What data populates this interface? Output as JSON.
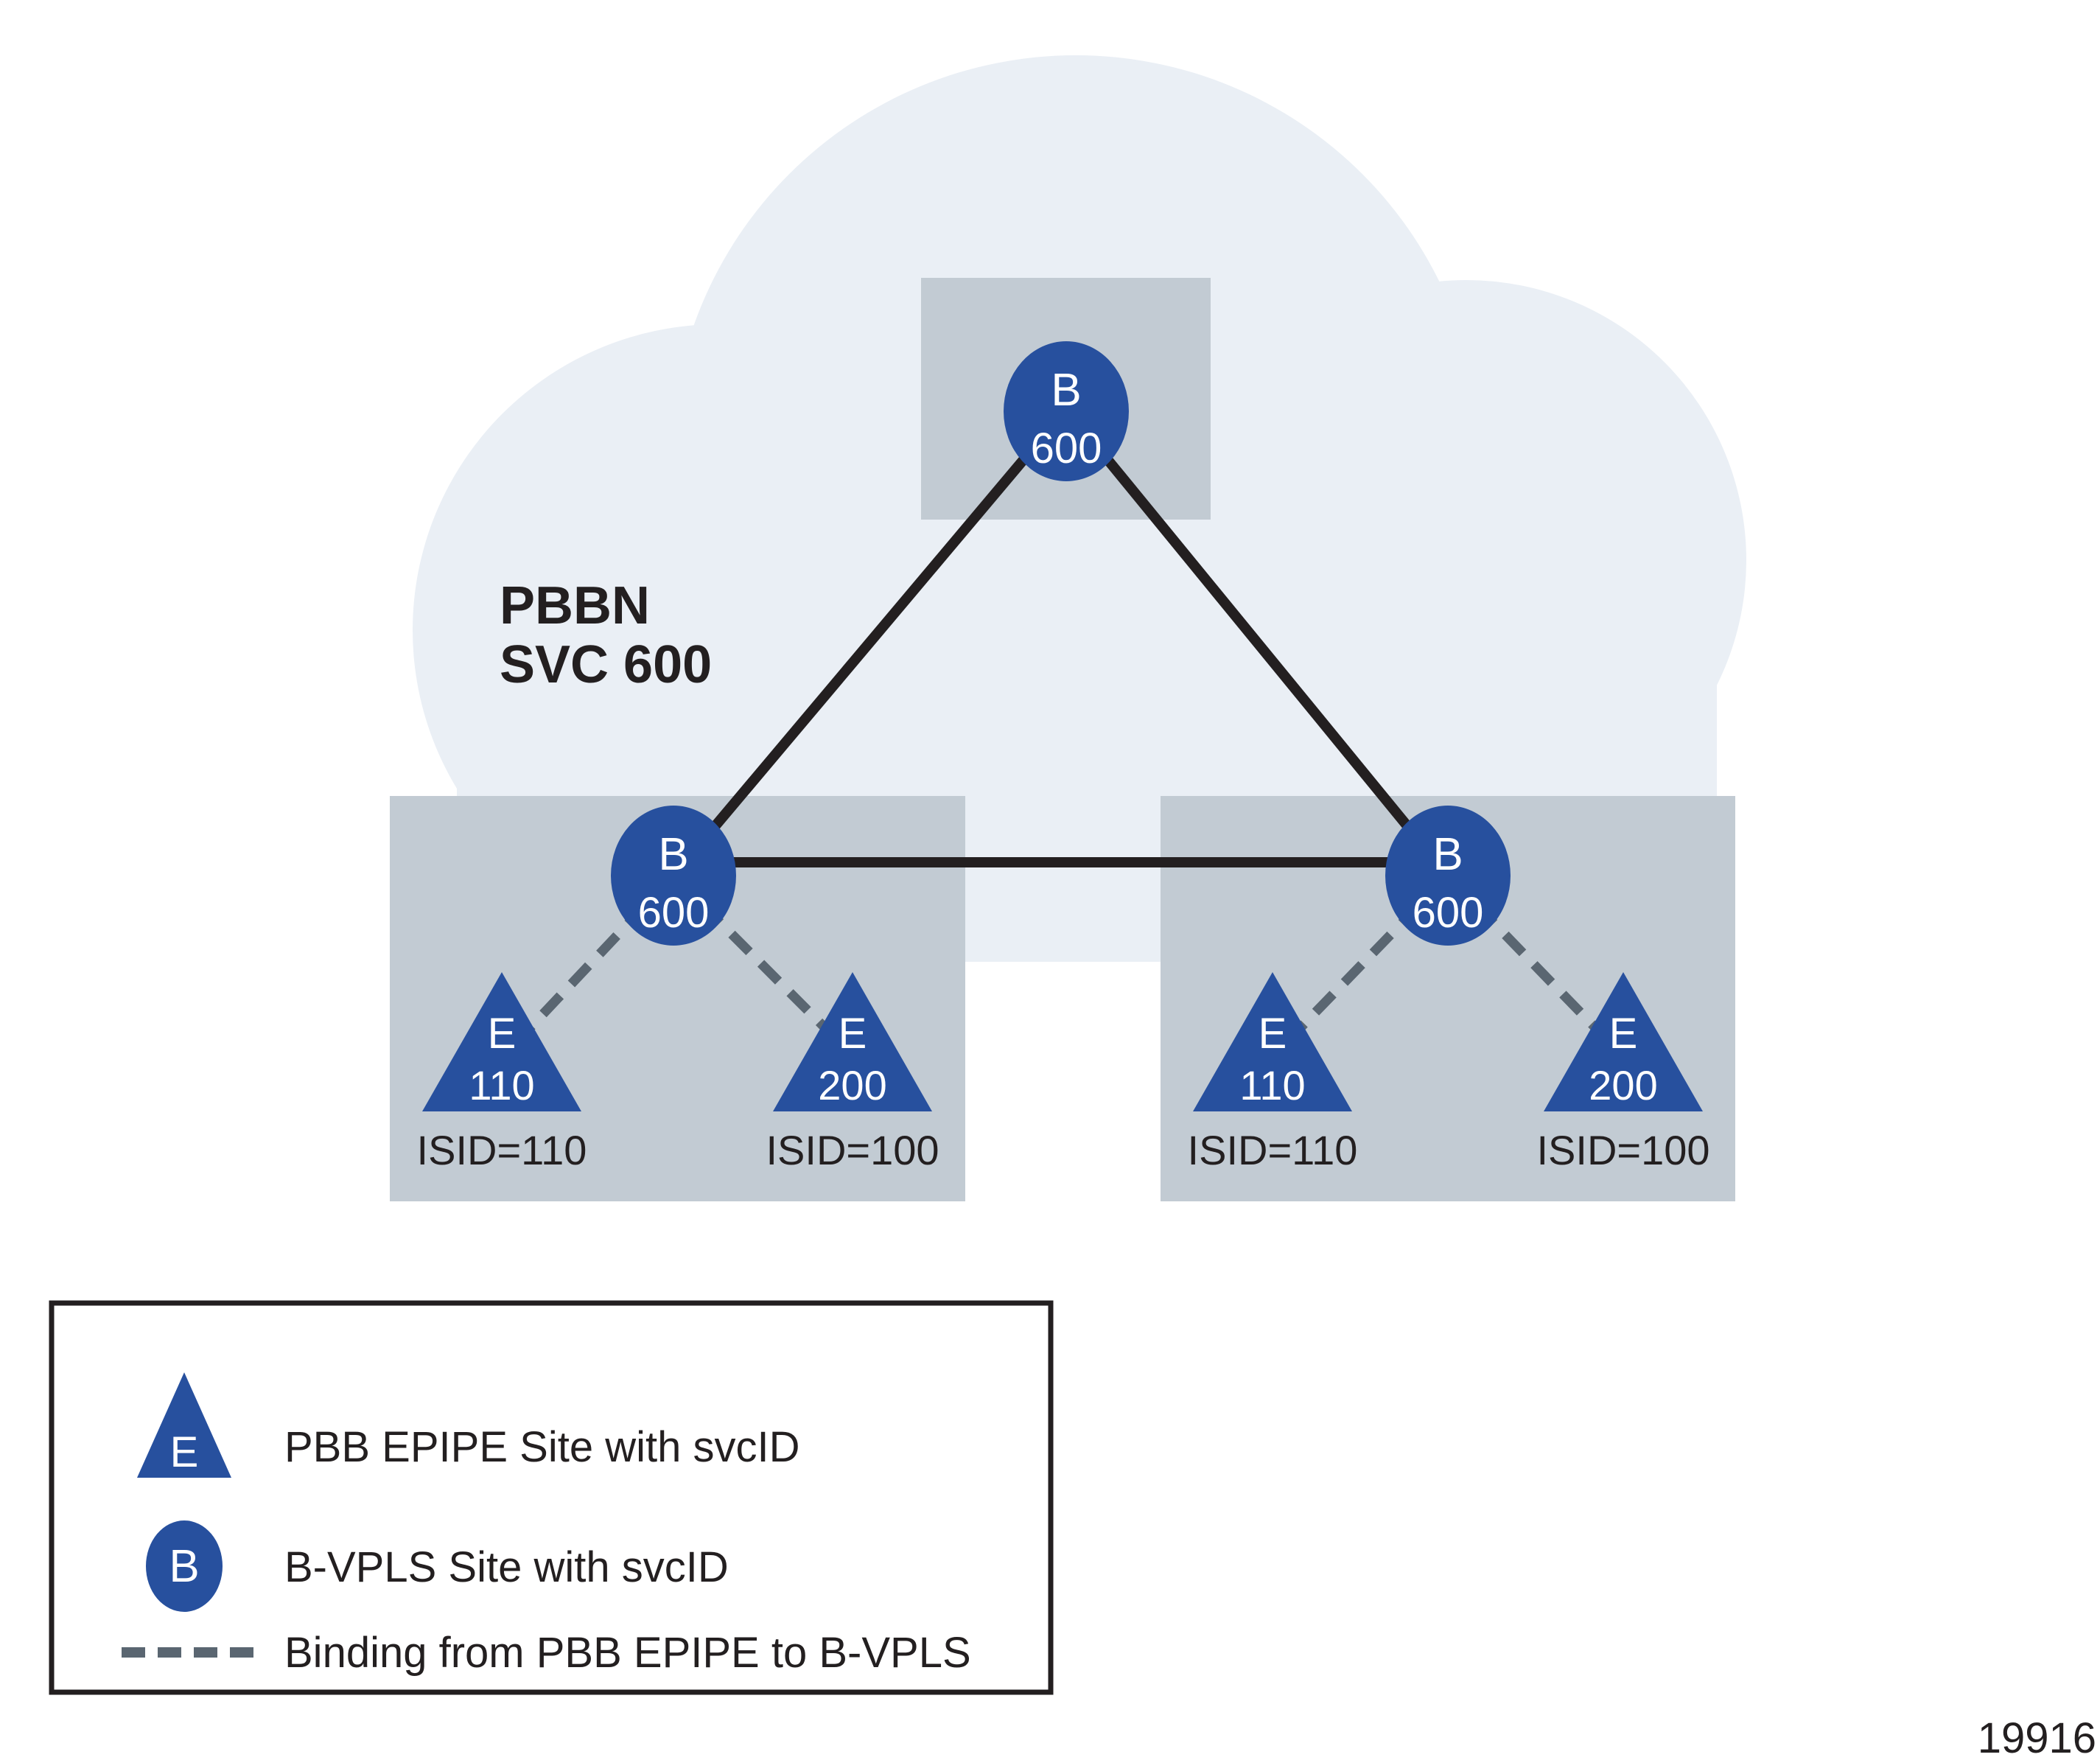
{
  "cloud": {
    "label_line1": "PBBN",
    "label_line2": "SVC 600"
  },
  "nodes": {
    "top_bvpls": {
      "letter": "B",
      "svc_id": "600"
    },
    "left_bvpls": {
      "letter": "B",
      "svc_id": "600"
    },
    "right_bvpls": {
      "letter": "B",
      "svc_id": "600"
    },
    "left_epipe_1": {
      "letter": "E",
      "svc_id": "110",
      "isid_label": "ISID=110"
    },
    "left_epipe_2": {
      "letter": "E",
      "svc_id": "200",
      "isid_label": "ISID=100"
    },
    "right_epipe_1": {
      "letter": "E",
      "svc_id": "110",
      "isid_label": "ISID=110"
    },
    "right_epipe_2": {
      "letter": "E",
      "svc_id": "200",
      "isid_label": "ISID=100"
    }
  },
  "legend": {
    "epipe": {
      "symbol_letter": "E",
      "label": "PBB EPIPE Site with svcID"
    },
    "bvpls": {
      "symbol_letter": "B",
      "label": "B-VPLS Site with svcID"
    },
    "binding": {
      "label": "Binding from PBB EPIPE to B-VPLS"
    }
  },
  "figure_number": "19916",
  "colors": {
    "node_blue": "#27509e",
    "region_gray": "#c2cbd3",
    "cloud_fill": "#eaeff5",
    "binding_gray": "#5a6671",
    "line_black": "#231f20"
  }
}
